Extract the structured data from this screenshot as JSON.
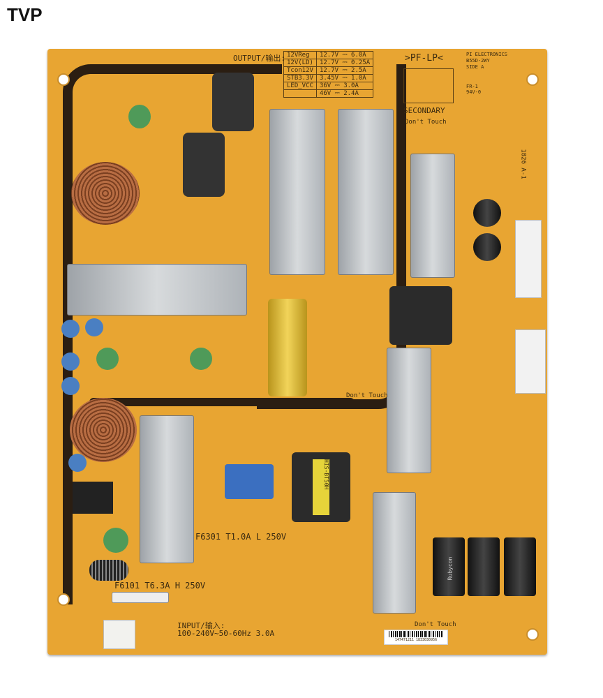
{
  "brand": "TVP",
  "output_label": "OUTPUT/输出:",
  "output_table": [
    {
      "rail": "12VReg",
      "value": "12.7V ⎓ 6.0A"
    },
    {
      "rail": "12V(LD)",
      "value": "12.7V ⎓ 0.25A"
    },
    {
      "rail": "Tcon12V",
      "value": "12.7V ⎓ 2.5A"
    },
    {
      "rail": "STB3.3V",
      "value": "3.45V ⎓ 1.0A"
    },
    {
      "rail": "LED_VCC",
      "value": "36V ⎓ 3.0A"
    },
    {
      "rail": "",
      "value": "46V ⎓ 2.4A"
    }
  ],
  "model_mark": ">PF-LP<",
  "maker": "PI ELECTRONICS",
  "model_code": "B55D-2WY",
  "side": "SIDE A",
  "fr": "FR-1",
  "v0": "94V-0",
  "secondary": "SECONDARY",
  "dont_touch": "Don't Touch",
  "fuse1": "F6301 T1.0A L 250V",
  "fuse2": "F6101 T6.3A H 250V",
  "input_label": "INPUT/输入:",
  "input_spec": "100-240V~50-60Hz 3.0A",
  "transformer_label": "HIS-BT50H",
  "barcode_text": "147471211 1833030956",
  "cap_text": "Rubycon",
  "date_code": "1826 A-1"
}
